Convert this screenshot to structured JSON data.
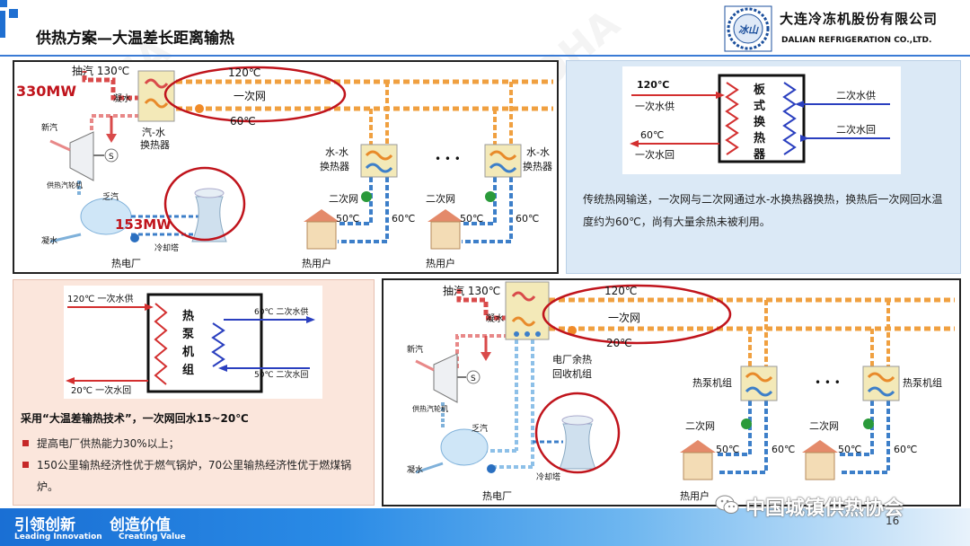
{
  "header": {
    "title": "供热方案—大温差长距离输热",
    "company_cn": "大连冷冻机股份有限公司",
    "company_en": "DALIAN REFRIGERATION CO.,LTD.",
    "logo_text": "冰山"
  },
  "watermark": "CDHA",
  "panel1": {
    "extraction": "抽汽 130℃",
    "power": "330MW",
    "temp_supply": "120℃",
    "primary_net": "一次网",
    "temp_return": "60℃",
    "condensate": "凝水",
    "steam_water_hx": [
      "汽-水",
      "换热器"
    ],
    "fresh_steam": "新汽",
    "turbine": "供热汽轮机",
    "generator": "S",
    "exhaust": "乏汽",
    "waste_heat": "153MW",
    "condensate2": "凝水",
    "cooling_tower": "冷却塔",
    "plant": "热电厂",
    "ww_hx_left": [
      "水-水",
      "换热器"
    ],
    "ww_hx_right": [
      "水-水",
      "换热器"
    ],
    "ellipsis": "• • •",
    "secondary_net": "二次网",
    "t50": "50℃",
    "t60": "60℃",
    "user": "热用户"
  },
  "panel2": {
    "diagram": {
      "t_supply": "120℃",
      "primary_supply": "一次水供",
      "t_return": "60℃",
      "primary_return": "一次水回",
      "hx_chars": [
        "板",
        "式",
        "换",
        "热",
        "器"
      ],
      "secondary_supply": "二次水供",
      "secondary_return": "二次水回"
    },
    "text": "传统热网输送，一次网与二次网通过水-水换热器换热，换热后一次网回水温度约为60℃，尚有大量余热未被利用。"
  },
  "panel3": {
    "diagram": {
      "supply_in": "120℃ 一次水供",
      "return_out": "20℃ 一次水回",
      "unit_chars": [
        "热",
        "泵",
        "机",
        "组"
      ],
      "secondary_supply": "60℃ 二次水供",
      "secondary_return": "50℃ 二次水回"
    },
    "heading": "采用“大温差输热技术”，一次网回水15~20℃",
    "bullets": [
      "提高电厂供热能力30%以上；",
      "150公里输热经济性优于燃气锅炉，70公里输热经济性优于燃煤锅炉。"
    ]
  },
  "panel4": {
    "extraction": "抽汽 130℃",
    "temp_supply": "120℃",
    "primary_net": "一次网",
    "temp_return": "20℃",
    "condensate": "凝水",
    "fresh_steam": "新汽",
    "turbine": "供热汽轮机",
    "generator": "S",
    "exhaust": "乏汽",
    "condensate2": "凝水",
    "cooling_tower": "冷却塔",
    "plant": "热电厂",
    "waste_recovery": [
      "电厂余热",
      "回收机组"
    ],
    "hp_unit": "热泵机组",
    "ellipsis": "• • •",
    "secondary_net": "二次网",
    "t50": "50℃",
    "t60": "60℃",
    "user": "热用户"
  },
  "footer": {
    "slogan1": "引领创新",
    "slogan2": "创造价值",
    "slogan1_en": "Leading Innovation",
    "slogan2_en": "Creating Value",
    "wechat_name": "中国城镇供热协会",
    "page_number": "16"
  },
  "colors": {
    "accent_blue": "#1f6fd1",
    "hot_pipe": "#e8821e",
    "hot_pipe_dash": "#f7c27a",
    "cold_pipe": "#3d7fc9",
    "steam_pipe": "#d94a4a",
    "highlight_red": "#c0141c"
  }
}
